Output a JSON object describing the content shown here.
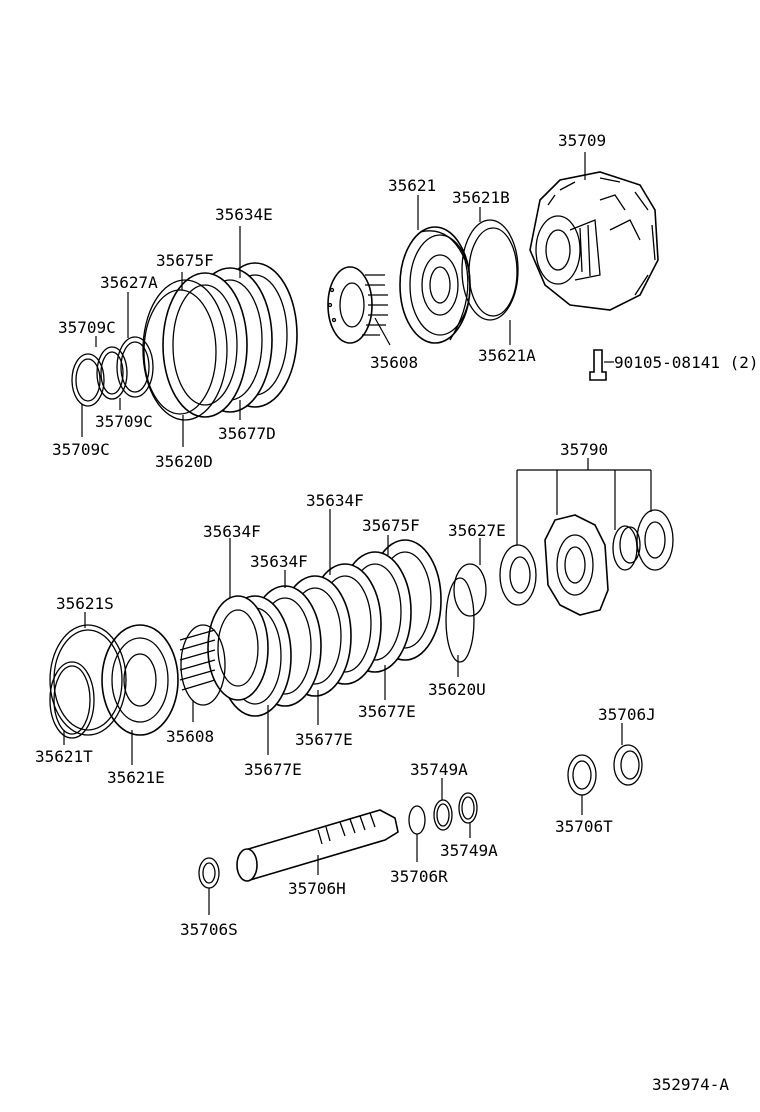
{
  "diagram_code": "352974-A",
  "labels": {
    "l35709": "35709",
    "l35621": "35621",
    "l35621B": "35621B",
    "l35634E": "35634E",
    "l35675F_top": "35675F",
    "l35627A": "35627A",
    "l35709C_a": "35709C",
    "l35709C_b": "35709C",
    "l35709C_c": "35709C",
    "l35620D": "35620D",
    "l35677D": "35677D",
    "l35608_top": "35608",
    "l35621A": "35621A",
    "l90105": "90105-08141 (2)",
    "l35790": "35790",
    "l35634F_a": "35634F",
    "l35634F_b": "35634F",
    "l35634F_c": "35634F",
    "l35675F_mid": "35675F",
    "l35627E": "35627E",
    "l35621S": "35621S",
    "l35620U": "35620U",
    "l35677E_a": "35677E",
    "l35677E_b": "35677E",
    "l35677E_c": "35677E",
    "l35608_mid": "35608",
    "l35621T": "35621T",
    "l35621E": "35621E",
    "l35706J": "35706J",
    "l35749A_a": "35749A",
    "l35749A_b": "35749A",
    "l35706T": "35706T",
    "l35706H": "35706H",
    "l35706R": "35706R",
    "l35706S": "35706S"
  }
}
